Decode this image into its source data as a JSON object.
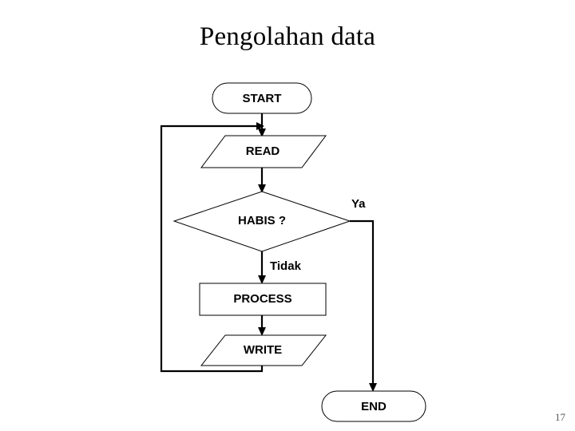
{
  "slide": {
    "title": "Pengolahan data",
    "page_number": "17",
    "background_color": "#ffffff",
    "line_color": "#000000",
    "text_color": "#000000"
  },
  "flowchart": {
    "type": "flowchart",
    "nodes": [
      {
        "id": "start",
        "label": "START",
        "shape": "terminator"
      },
      {
        "id": "read",
        "label": "READ",
        "shape": "parallelogram"
      },
      {
        "id": "habis",
        "label": "HABIS ?",
        "shape": "decision"
      },
      {
        "id": "process",
        "label": "PROCESS",
        "shape": "rectangle"
      },
      {
        "id": "write",
        "label": "WRITE",
        "shape": "parallelogram"
      },
      {
        "id": "end",
        "label": "END",
        "shape": "terminator"
      }
    ],
    "branch_labels": [
      {
        "id": "ya",
        "label": "Ya"
      },
      {
        "id": "tidak",
        "label": "Tidak"
      }
    ],
    "edges": [
      {
        "from": "start",
        "to": "read",
        "label": ""
      },
      {
        "from": "read",
        "to": "habis",
        "label": ""
      },
      {
        "from": "habis",
        "to": "end",
        "label": "Ya"
      },
      {
        "from": "habis",
        "to": "process",
        "label": "Tidak"
      },
      {
        "from": "process",
        "to": "write",
        "label": ""
      },
      {
        "from": "write",
        "to": "read",
        "label": ""
      }
    ]
  }
}
